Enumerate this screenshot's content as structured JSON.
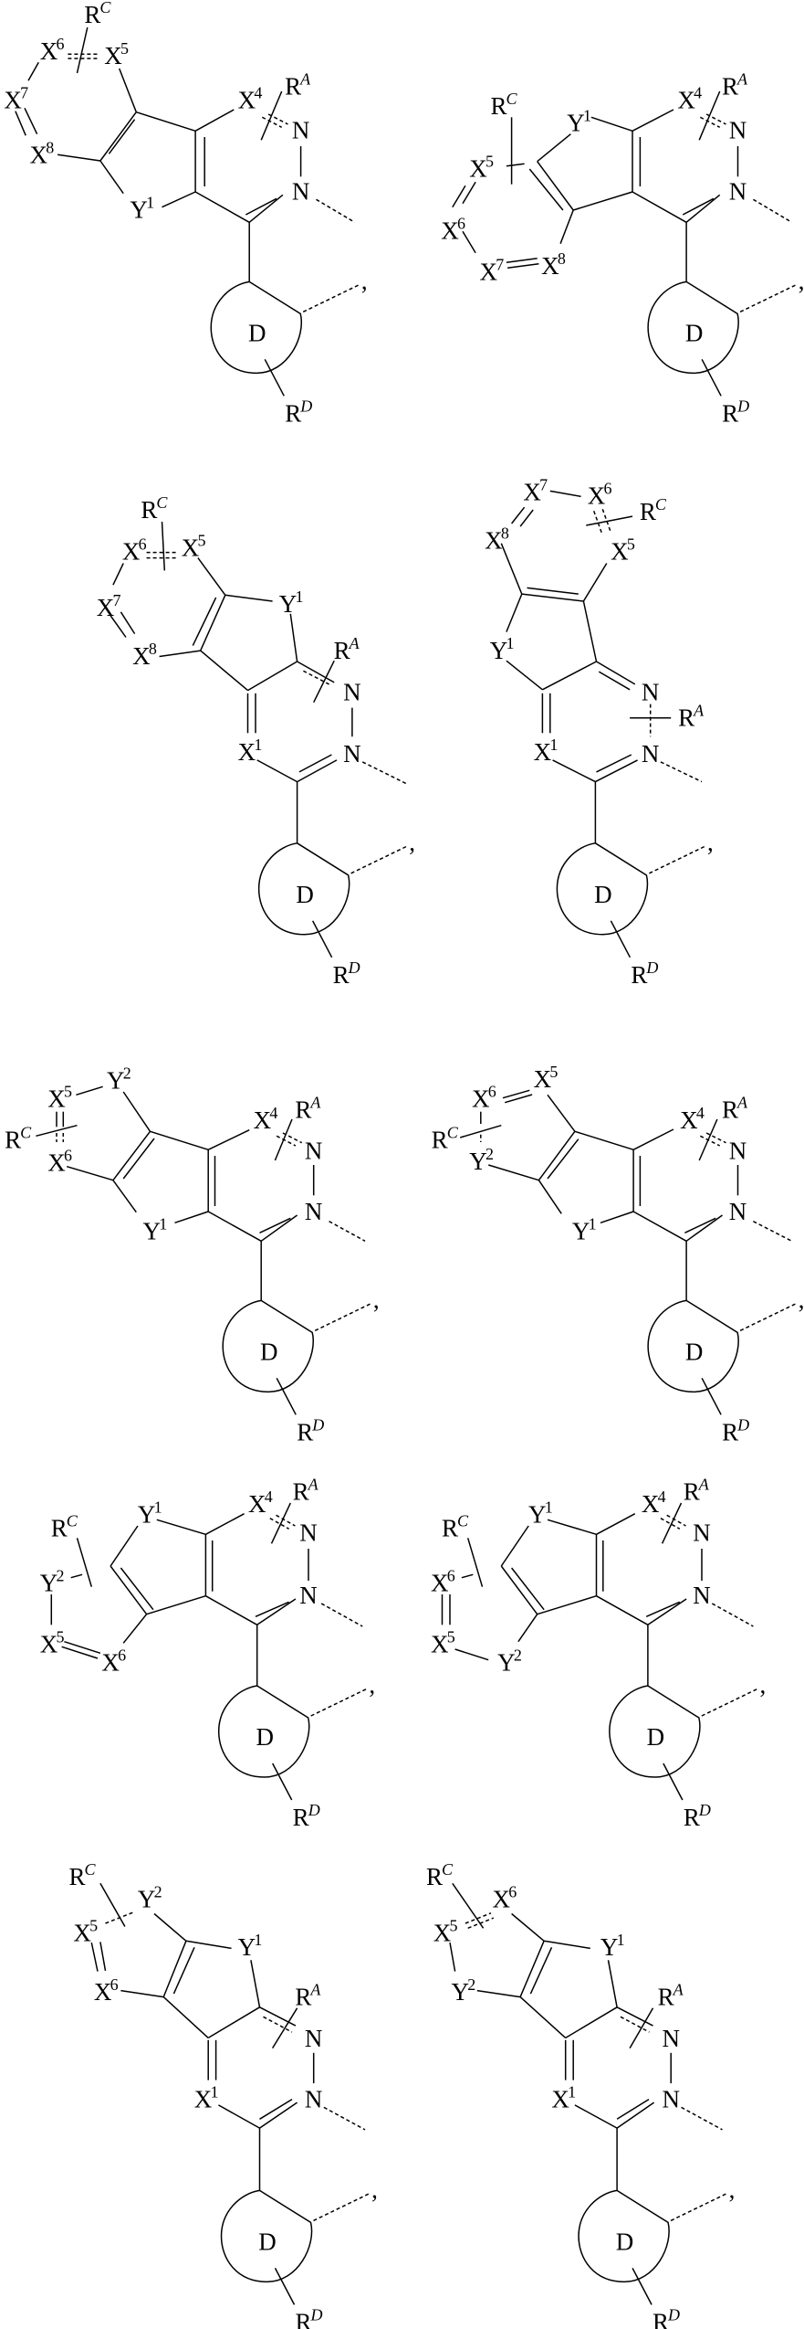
{
  "figure": {
    "colors": {
      "ink": "#000000",
      "background": "#ffffff"
    },
    "structures": [
      {
        "labels": [
          {
            "base": "R",
            "sup": "C"
          },
          {
            "base": "X",
            "sup": "6"
          },
          {
            "base": "X",
            "sup": "5"
          },
          {
            "base": "X",
            "sup": "7"
          },
          {
            "base": "X",
            "sup": "8"
          },
          {
            "base": "Y",
            "sup": "1"
          },
          {
            "base": "X",
            "sup": "4"
          },
          {
            "base": "R",
            "sup": "A"
          },
          {
            "base": "N",
            "sup": ""
          },
          {
            "base": "N",
            "sup": ""
          },
          {
            "base": "D",
            "sup": ""
          },
          {
            "base": "R",
            "sup": "D"
          },
          {
            "base": ",",
            "sup": ""
          }
        ]
      },
      {
        "labels": [
          {
            "base": "R",
            "sup": "C"
          },
          {
            "base": "Y",
            "sup": "1"
          },
          {
            "base": "X",
            "sup": "4"
          },
          {
            "base": "R",
            "sup": "A"
          },
          {
            "base": "N",
            "sup": ""
          },
          {
            "base": "N",
            "sup": ""
          },
          {
            "base": "X",
            "sup": "5"
          },
          {
            "base": "X",
            "sup": "6"
          },
          {
            "base": "X",
            "sup": "7"
          },
          {
            "base": "X",
            "sup": "8"
          },
          {
            "base": "D",
            "sup": ""
          },
          {
            "base": "R",
            "sup": "D"
          },
          {
            "base": ",",
            "sup": ""
          }
        ]
      },
      {
        "labels": [
          {
            "base": "R",
            "sup": "C"
          },
          {
            "base": "X",
            "sup": "6"
          },
          {
            "base": "X",
            "sup": "5"
          },
          {
            "base": "X",
            "sup": "7"
          },
          {
            "base": "X",
            "sup": "8"
          },
          {
            "base": "Y",
            "sup": "1"
          },
          {
            "base": "R",
            "sup": "A"
          },
          {
            "base": "N",
            "sup": ""
          },
          {
            "base": "X",
            "sup": "1"
          },
          {
            "base": "N",
            "sup": ""
          },
          {
            "base": "D",
            "sup": ""
          },
          {
            "base": "R",
            "sup": "D"
          },
          {
            "base": ",",
            "sup": ""
          }
        ]
      },
      {
        "labels": [
          {
            "base": "X",
            "sup": "7"
          },
          {
            "base": "X",
            "sup": "6"
          },
          {
            "base": "R",
            "sup": "C"
          },
          {
            "base": "X",
            "sup": "8"
          },
          {
            "base": "X",
            "sup": "5"
          },
          {
            "base": "Y",
            "sup": "1"
          },
          {
            "base": "N",
            "sup": ""
          },
          {
            "base": "R",
            "sup": "A"
          },
          {
            "base": "X",
            "sup": "1"
          },
          {
            "base": "N",
            "sup": ""
          },
          {
            "base": "D",
            "sup": ""
          },
          {
            "base": "R",
            "sup": "D"
          },
          {
            "base": ",",
            "sup": ""
          }
        ]
      },
      {
        "labels": [
          {
            "base": "Y",
            "sup": "2"
          },
          {
            "base": "X",
            "sup": "5"
          },
          {
            "base": "R",
            "sup": "C"
          },
          {
            "base": "X",
            "sup": "6"
          },
          {
            "base": "Y",
            "sup": "1"
          },
          {
            "base": "X",
            "sup": "4"
          },
          {
            "base": "R",
            "sup": "A"
          },
          {
            "base": "N",
            "sup": ""
          },
          {
            "base": "N",
            "sup": ""
          },
          {
            "base": "D",
            "sup": ""
          },
          {
            "base": "R",
            "sup": "D"
          },
          {
            "base": ",",
            "sup": ""
          }
        ]
      },
      {
        "labels": [
          {
            "base": "X",
            "sup": "6"
          },
          {
            "base": "X",
            "sup": "5"
          },
          {
            "base": "R",
            "sup": "C"
          },
          {
            "base": "Y",
            "sup": "2"
          },
          {
            "base": "Y",
            "sup": "1"
          },
          {
            "base": "X",
            "sup": "4"
          },
          {
            "base": "R",
            "sup": "A"
          },
          {
            "base": "N",
            "sup": ""
          },
          {
            "base": "N",
            "sup": ""
          },
          {
            "base": "D",
            "sup": ""
          },
          {
            "base": "R",
            "sup": "D"
          },
          {
            "base": ",",
            "sup": ""
          }
        ]
      },
      {
        "labels": [
          {
            "base": "R",
            "sup": "A"
          },
          {
            "base": "X",
            "sup": "4"
          },
          {
            "base": "Y",
            "sup": "1"
          },
          {
            "base": "R",
            "sup": "C"
          },
          {
            "base": "N",
            "sup": ""
          },
          {
            "base": "Y",
            "sup": "2"
          },
          {
            "base": "N",
            "sup": ""
          },
          {
            "base": "X",
            "sup": "5"
          },
          {
            "base": "X",
            "sup": "6"
          },
          {
            "base": "D",
            "sup": ""
          },
          {
            "base": "R",
            "sup": "D"
          },
          {
            "base": ",",
            "sup": ""
          }
        ]
      },
      {
        "labels": [
          {
            "base": "R",
            "sup": "A"
          },
          {
            "base": "X",
            "sup": "4"
          },
          {
            "base": "Y",
            "sup": "1"
          },
          {
            "base": "R",
            "sup": "C"
          },
          {
            "base": "N",
            "sup": ""
          },
          {
            "base": "X",
            "sup": "6"
          },
          {
            "base": "N",
            "sup": ""
          },
          {
            "base": "X",
            "sup": "5"
          },
          {
            "base": "Y",
            "sup": "2"
          },
          {
            "base": "D",
            "sup": ""
          },
          {
            "base": "R",
            "sup": "D"
          },
          {
            "base": ",",
            "sup": ""
          }
        ]
      },
      {
        "labels": [
          {
            "base": "R",
            "sup": "C"
          },
          {
            "base": "Y",
            "sup": "2"
          },
          {
            "base": "X",
            "sup": "5"
          },
          {
            "base": "Y",
            "sup": "1"
          },
          {
            "base": "X",
            "sup": "6"
          },
          {
            "base": "R",
            "sup": "A"
          },
          {
            "base": "N",
            "sup": ""
          },
          {
            "base": "X",
            "sup": "1"
          },
          {
            "base": "N",
            "sup": ""
          },
          {
            "base": "D",
            "sup": ""
          },
          {
            "base": "R",
            "sup": "D"
          },
          {
            "base": ",",
            "sup": ""
          }
        ]
      },
      {
        "labels": [
          {
            "base": "R",
            "sup": "C"
          },
          {
            "base": "X",
            "sup": "6"
          },
          {
            "base": "X",
            "sup": "5"
          },
          {
            "base": "Y",
            "sup": "1"
          },
          {
            "base": "Y",
            "sup": "2"
          },
          {
            "base": "R",
            "sup": "A"
          },
          {
            "base": "N",
            "sup": ""
          },
          {
            "base": "X",
            "sup": "1"
          },
          {
            "base": "N",
            "sup": ""
          },
          {
            "base": "D",
            "sup": ""
          },
          {
            "base": "R",
            "sup": "D"
          },
          {
            "base": ",",
            "sup": ""
          }
        ]
      }
    ]
  }
}
